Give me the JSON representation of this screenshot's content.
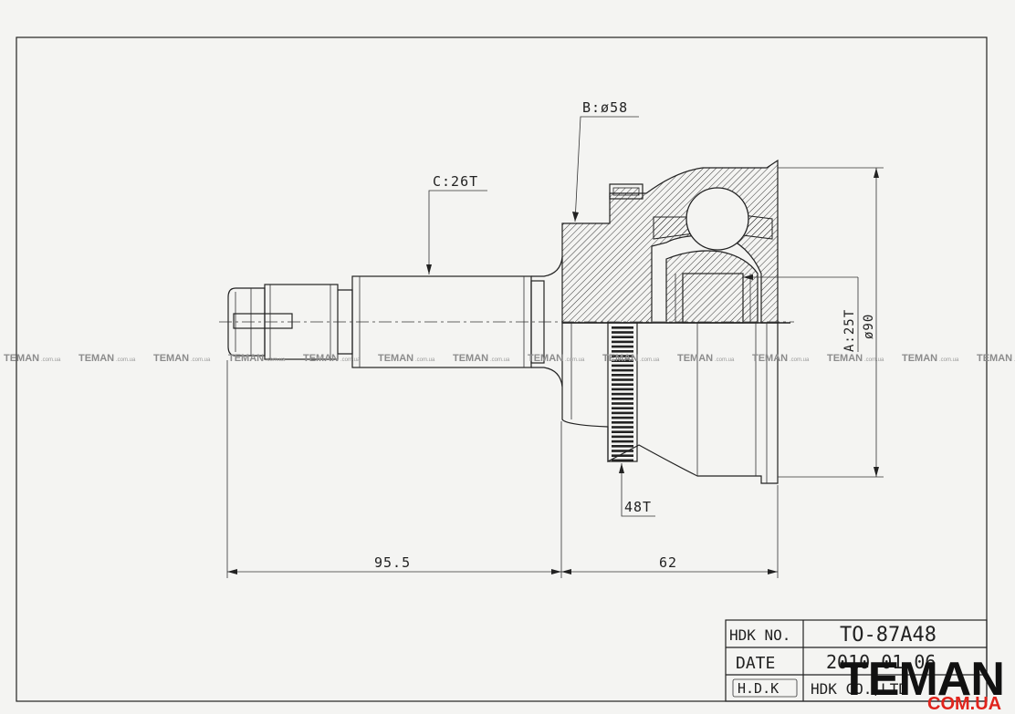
{
  "dimensions": {
    "b_label": "B:ø58",
    "c_label": "C:26T",
    "a_label": "A:25T",
    "diameter_label": "ø90",
    "teeth_label": "48T",
    "length_shaft": "95.5",
    "length_body": "62"
  },
  "title_block": {
    "hdk_no_label": "HDK NO.",
    "hdk_no_value": "TO-87A48",
    "date_label": "DATE",
    "date_value": "2010.01.06",
    "company_logo": "H.D.K",
    "company_name": "HDK CO.,LTD"
  },
  "watermark": {
    "text": "TEMAN",
    "suffix": ".com.ua",
    "logo_text": "TEMAN",
    "logo_sub": "COM.UA"
  },
  "colors": {
    "line": "#222222",
    "logo_accent": "#e0241c"
  }
}
